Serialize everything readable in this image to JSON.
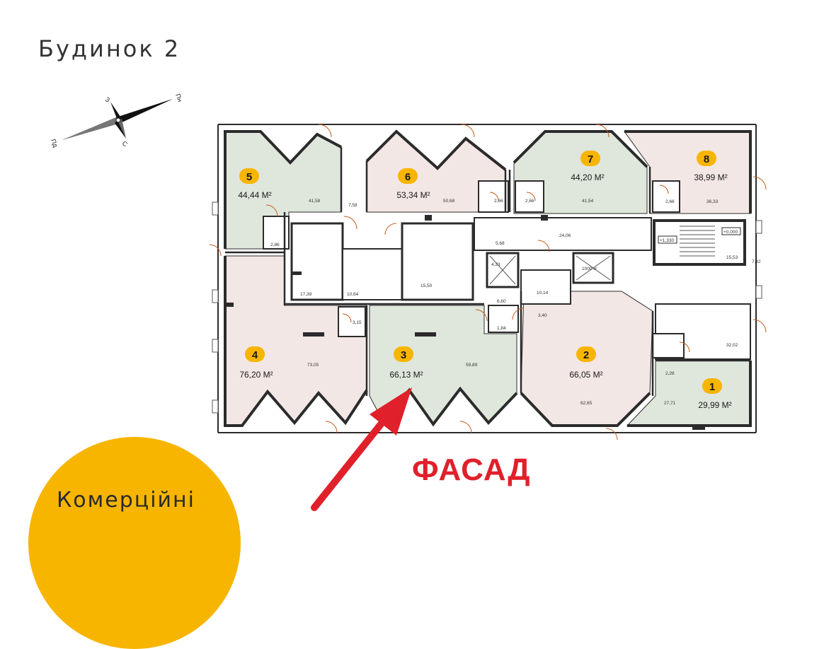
{
  "building_title": "Будинок 2",
  "compass": {
    "labels": [
      "З",
      "Пн",
      "Пд",
      "С"
    ]
  },
  "units": [
    {
      "number": "5",
      "area_text": "44,44 М²",
      "inner_area": "41,58",
      "bath_area": "2,86",
      "fill": "#dfe7dc"
    },
    {
      "number": "6",
      "area_text": "53,34 М²",
      "inner_area": "50,68",
      "bath_area": "2,66",
      "fill": "#f3e7e5"
    },
    {
      "number": "7",
      "area_text": "44,20 М²",
      "inner_area": "41,54",
      "bath_area": "2,66",
      "fill": "#dfe7dc"
    },
    {
      "number": "8",
      "area_text": "38,99 М²",
      "inner_area": "36,33",
      "bath_area": "2,66",
      "fill": "#f3e7e5"
    },
    {
      "number": "4",
      "area_text": "76,20 М²",
      "inner_area": "73,05",
      "bath_area": "3,15",
      "fill": "#f3e7e5"
    },
    {
      "number": "3",
      "area_text": "66,13 М²",
      "inner_area": "59,89",
      "bath_area": "6,60",
      "fill": "#dfe7dc"
    },
    {
      "number": "2",
      "area_text": "66,05 М²",
      "inner_area": "62,65",
      "bath_area": "3,40",
      "fill": "#f3e7e5"
    },
    {
      "number": "1",
      "area_text": "29,99 М²",
      "inner_area": "27,71",
      "bath_area": "2,28",
      "fill": "#dfe7dc"
    }
  ],
  "common_areas": [
    "7,58",
    "17,39",
    "10,64",
    "15,50",
    "5,68",
    "24,06",
    "4,23",
    "10,14",
    "1,84",
    "15,53",
    "7,42",
    "32,02"
  ],
  "level_marks": [
    "+1,330",
    "+0,000"
  ],
  "lift_label": "1000 кг",
  "facade_label": "ФАСАД",
  "badge_label": "Комерційні",
  "colors": {
    "accent": "#f7b500",
    "facade_red": "#e0202a",
    "green_unit": "#dfe7dc",
    "pink_unit": "#f3e7e5",
    "wall": "#2b2b2b"
  }
}
